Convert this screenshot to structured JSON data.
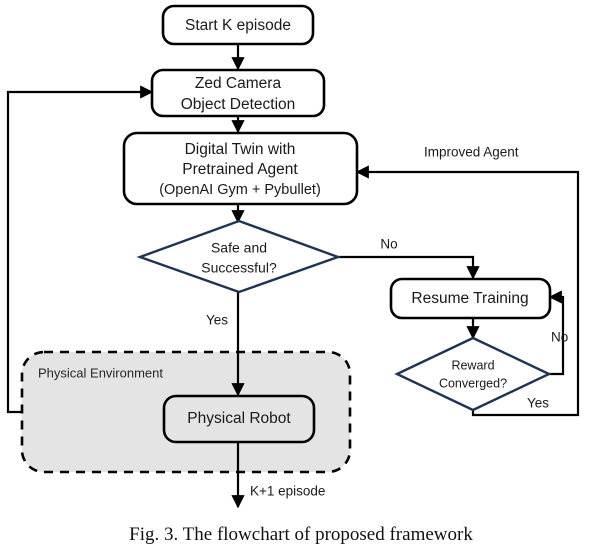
{
  "figure": {
    "caption": "Fig. 3.  The flowchart of proposed framework",
    "colors": {
      "box_stroke": "#000000",
      "diamond_stroke": "#1f3352",
      "group_fill": "#e4e4e4",
      "text": "#1a1a1a",
      "background": "#ffffff"
    }
  },
  "nodes": {
    "start": {
      "label": "Start K episode"
    },
    "camera": {
      "line1": "Zed Camera",
      "line2": "Object Detection"
    },
    "digital_twin": {
      "line1": "Digital Twin with",
      "line2": "Pretrained Agent",
      "line3": "(OpenAI Gym + Pybullet)"
    },
    "safe_decision": {
      "line1": "Safe and",
      "line2": "Successful?"
    },
    "resume_training": {
      "label": "Resume Training"
    },
    "reward_decision": {
      "line1": "Reward",
      "line2": "Converged?"
    },
    "physical_environment": {
      "label": "Physical Environment"
    },
    "physical_robot": {
      "label": "Physical Robot"
    }
  },
  "edge_labels": {
    "safe_no": "No",
    "safe_yes": "Yes",
    "reward_no": "No",
    "reward_yes": "Yes",
    "improved_agent": "Improved Agent",
    "next_episode": "K+1 episode"
  }
}
